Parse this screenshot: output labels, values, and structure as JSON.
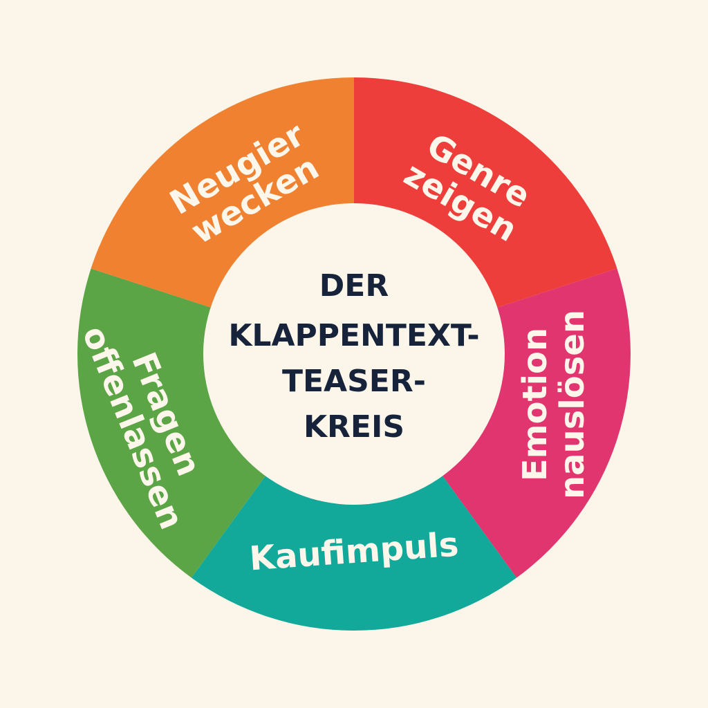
{
  "title": {
    "lines": [
      "DER",
      "KLAPPENTEXT-",
      "TEASER-",
      "KREIS"
    ]
  },
  "segments": [
    {
      "label_lines": [
        "Neugier",
        "wecken"
      ],
      "color": "#ee3e3b"
    },
    {
      "label_lines": [
        "Genre",
        "zeigen"
      ],
      "color": "#e0356f"
    },
    {
      "label_lines": [
        "Emotion",
        "nauslösen"
      ],
      "color": "#12a89a"
    },
    {
      "label_lines": [
        "Kaufimpuls"
      ],
      "color": "#5ca546"
    },
    {
      "label_lines": [
        "Fragen",
        "offenlassen"
      ],
      "color": "#ef8131"
    }
  ],
  "colors": {
    "background": "#fcf6ea",
    "center": "#fcf6ea",
    "title_text": "#17233b",
    "label_text": "#fdf6ea"
  }
}
